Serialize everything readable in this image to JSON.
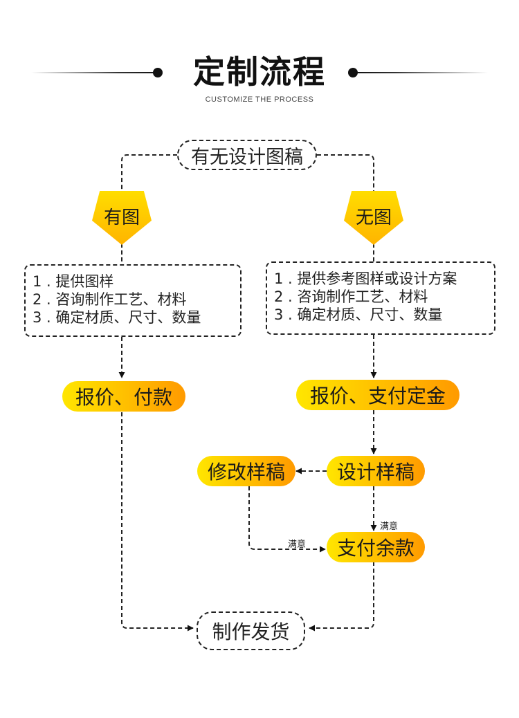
{
  "header": {
    "title": "定制流程",
    "subtitle": "CUSTOMIZE THE PROCESS"
  },
  "flow": {
    "question": "有无设计图稿",
    "branch_yes": "有图",
    "branch_no": "无图",
    "yes_steps": [
      "1 . 提供图样",
      "2 . 咨询制作工艺、材料",
      "3 . 确定材质、尺寸、数量"
    ],
    "no_steps": [
      "1 . 提供参考图样或设计方案",
      "2 . 咨询制作工艺、材料",
      "3 . 确定材质、尺寸、数量"
    ],
    "yes_quote": "报价、付款",
    "no_quote": "报价、支付定金",
    "design_draft": "设计样稿",
    "revise_draft": "修改样稿",
    "pay_balance": "支付余款",
    "satisfied_1": "满意",
    "satisfied_2": "满意",
    "ship": "制作发货"
  },
  "colors": {
    "gold_start": "#ffe600",
    "gold_end": "#ff9a00",
    "line": "#222222"
  }
}
